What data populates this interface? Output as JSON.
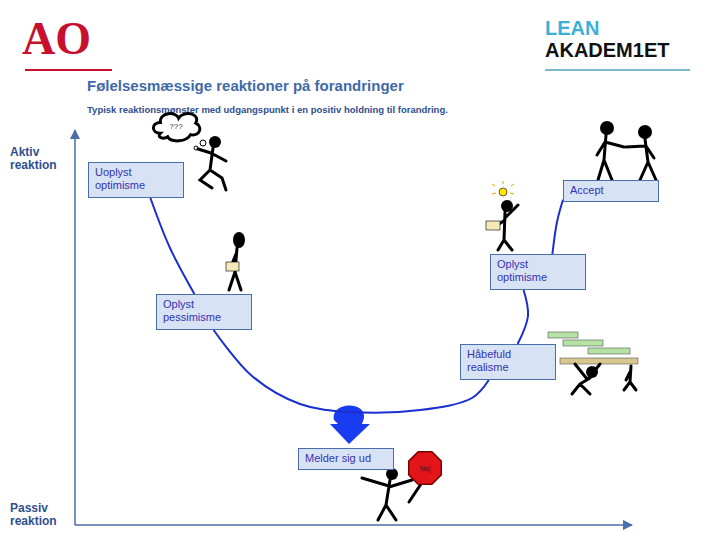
{
  "diagram": {
    "title": "Følelsesmæssige reaktioner på forandringer",
    "nodes": [
      {
        "text": [
          "???"
        ]
      },
      {
        "text": [
          "Uoplyst optimisme"
        ]
      },
      {
        "text": [
          "Accept"
        ]
      },
      {
        "text": [
          "Oplyst optimisme"
        ]
      },
      {
        "text": [
          "Oplyst pessimisme"
        ]
      },
      {
        "text": [
          "Håbefuld realisme"
        ]
      },
      {
        "text": [
          "Melder sig ud"
        ]
      },
      {
        "text": [
          "Nej"
        ]
      }
    ],
    "edges": [
      {
        "from": 1,
        "to": 4,
        "arrow": "none"
      },
      {
        "from": 4,
        "to": 5,
        "arrow": "none"
      },
      {
        "from": 5,
        "to": 3,
        "arrow": "none"
      },
      {
        "from": 3,
        "to": 2,
        "arrow": "none"
      }
    ],
    "labels": [
      "AO",
      "LEAN",
      "AKADEM1ET",
      "Typisk reaktionsmønster med udgangspunkt i en positiv holdning til forandring.",
      "Aktiv reaktion",
      "Passiv reaktion"
    ]
  }
}
